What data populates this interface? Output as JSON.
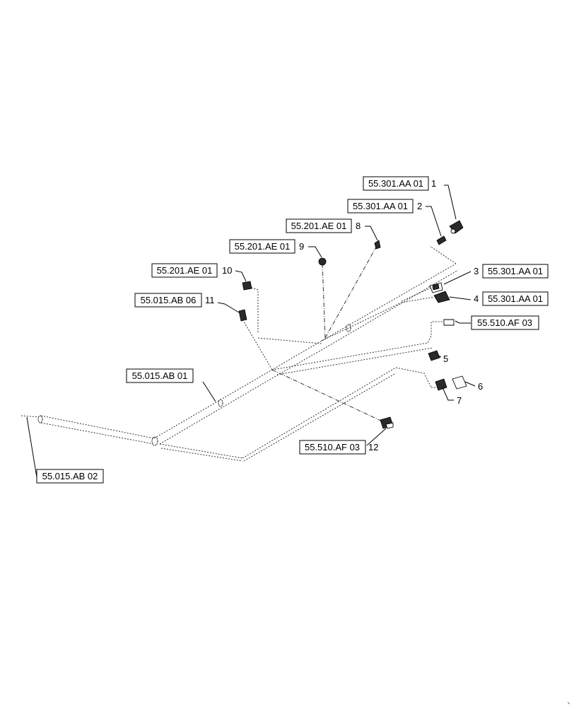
{
  "callouts": [
    {
      "id": "c1",
      "ref": "55.301.AA 01",
      "num": "1"
    },
    {
      "id": "c2",
      "ref": "55.301.AA 01",
      "num": "2"
    },
    {
      "id": "c8",
      "ref": "55.201.AE 01",
      "num": "8"
    },
    {
      "id": "c9",
      "ref": "55.201.AE 01",
      "num": "9"
    },
    {
      "id": "c10",
      "ref": "55.201.AE 01",
      "num": "10"
    },
    {
      "id": "c11",
      "ref": "55.015.AB 06",
      "num": "11"
    },
    {
      "id": "c3",
      "ref": "55.301.AA 01",
      "num": "3"
    },
    {
      "id": "c4",
      "ref": "55.301.AA 01",
      "num": "4"
    },
    {
      "id": "c510a",
      "ref": "55.510.AF 03",
      "num": ""
    },
    {
      "id": "c5",
      "ref": "",
      "num": "5"
    },
    {
      "id": "c6",
      "ref": "",
      "num": "6"
    },
    {
      "id": "c7",
      "ref": "",
      "num": "7"
    },
    {
      "id": "cab01",
      "ref": "55.015.AB 01",
      "num": ""
    },
    {
      "id": "c12",
      "ref": "55.510.AF 03",
      "num": "12"
    },
    {
      "id": "cab02",
      "ref": "55.015.AB 02",
      "num": ""
    }
  ]
}
